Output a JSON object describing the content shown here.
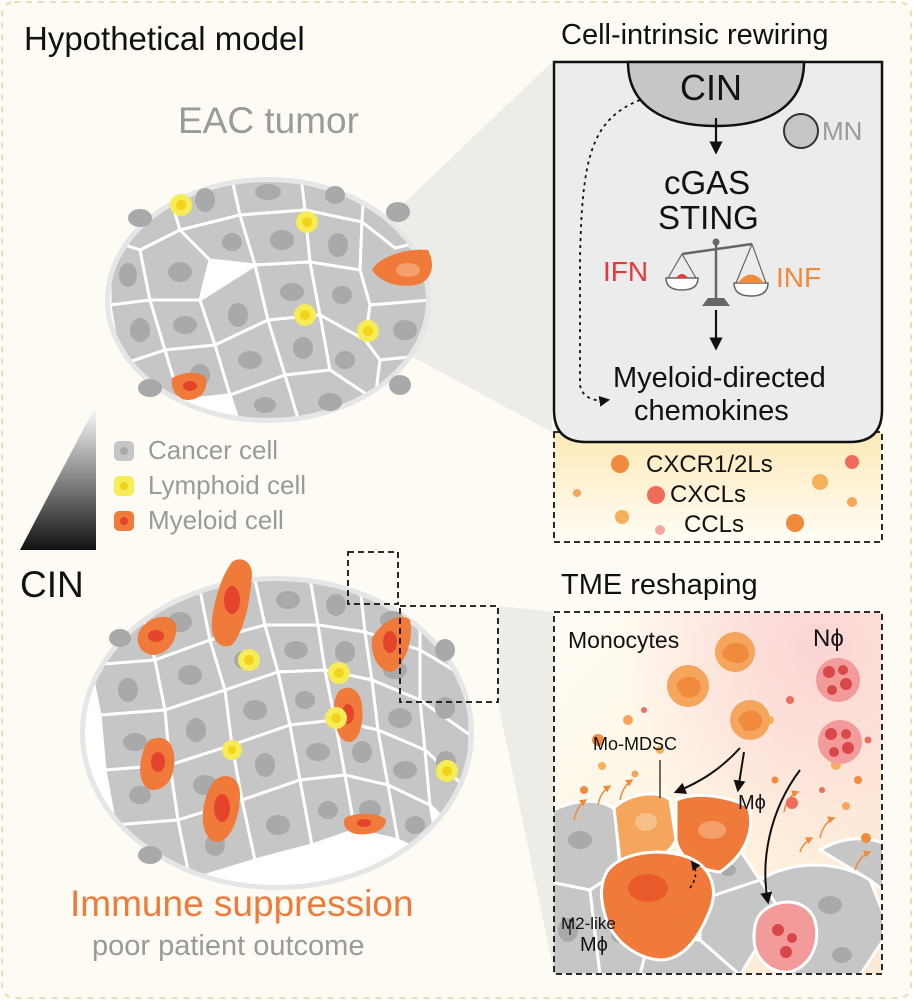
{
  "title": "Hypothetical model",
  "tumor_label": "EAC tumor",
  "legend": [
    {
      "label": "Cancer cell",
      "color": "#c4c4c4"
    },
    {
      "label": "Lymphoid cell",
      "color": "#f3e01a"
    },
    {
      "label": "Myeloid cell",
      "color": "#f07a3a"
    }
  ],
  "cin_axis_label": "CIN",
  "outcome": {
    "headline": "Immune suppression",
    "subline": "poor patient outcome"
  },
  "rewiring": {
    "heading": "Cell-intrinsic rewiring",
    "nucleus_label": "CIN",
    "micronucleus_label": "MN",
    "sensor_line1": "cGAS",
    "sensor_line2": "STING",
    "balance_left": "IFN",
    "balance_right": "INF",
    "output_line1": "Myeloid-directed",
    "output_line2": "chemokines"
  },
  "chemokines": [
    "CXCR1/2Ls",
    "CXCLs",
    "CCLs"
  ],
  "tme": {
    "heading": "TME reshaping",
    "monocytes": "Monocytes",
    "neutrophils": "Nϕ",
    "mo_mdsc": "Mo-MDSC",
    "macrophage": "Mϕ",
    "m2_line1": "M2-like",
    "m2_line2": "Mϕ"
  },
  "colors": {
    "background": "#fdfbf3",
    "cancer_cell": "#c6c6c6",
    "lymphoid": "#f3e01a",
    "myeloid": "#f07a3a",
    "ifn": "#e2393b",
    "inf": "#f08a3c",
    "headline": "#f07a3a",
    "muted_text": "#9a9a9a"
  }
}
